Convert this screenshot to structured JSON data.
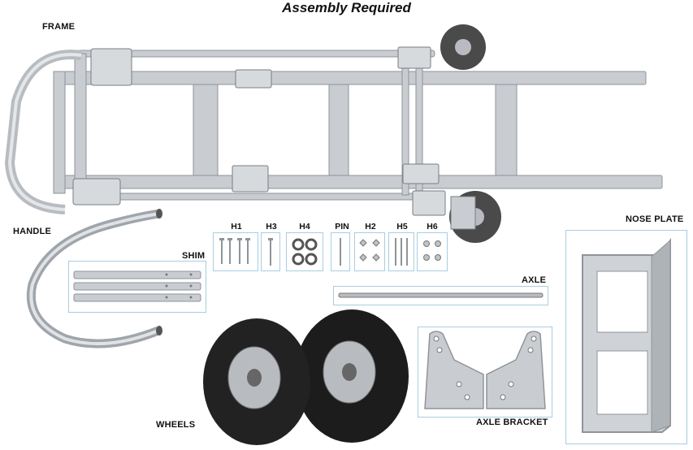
{
  "title": "Assembly Required",
  "labels": {
    "frame": "FRAME",
    "handle": "HANDLE",
    "shim": "SHIM",
    "axle": "AXLE",
    "nose_plate": "NOSE PLATE",
    "wheels": "WHEELS",
    "axle_bracket": "AXLE BRACKET"
  },
  "hardware": [
    {
      "label": "H1"
    },
    {
      "label": "H3"
    },
    {
      "label": "H4"
    },
    {
      "label": "PIN"
    },
    {
      "label": "H2"
    },
    {
      "label": "H5"
    },
    {
      "label": "H6"
    }
  ],
  "colors": {
    "box_border": "#a9cde2",
    "aluminum": "#c9cdd1",
    "aluminum_dark": "#8e949a",
    "tire": "#1c1c1c",
    "hub": "#b8bcc0",
    "caster_wheel": "#4a4a4a"
  },
  "icons": [
    "frame-illustration",
    "handle-illustration",
    "wheel-illustration",
    "nose-plate-illustration",
    "axle-bracket-illustration"
  ]
}
